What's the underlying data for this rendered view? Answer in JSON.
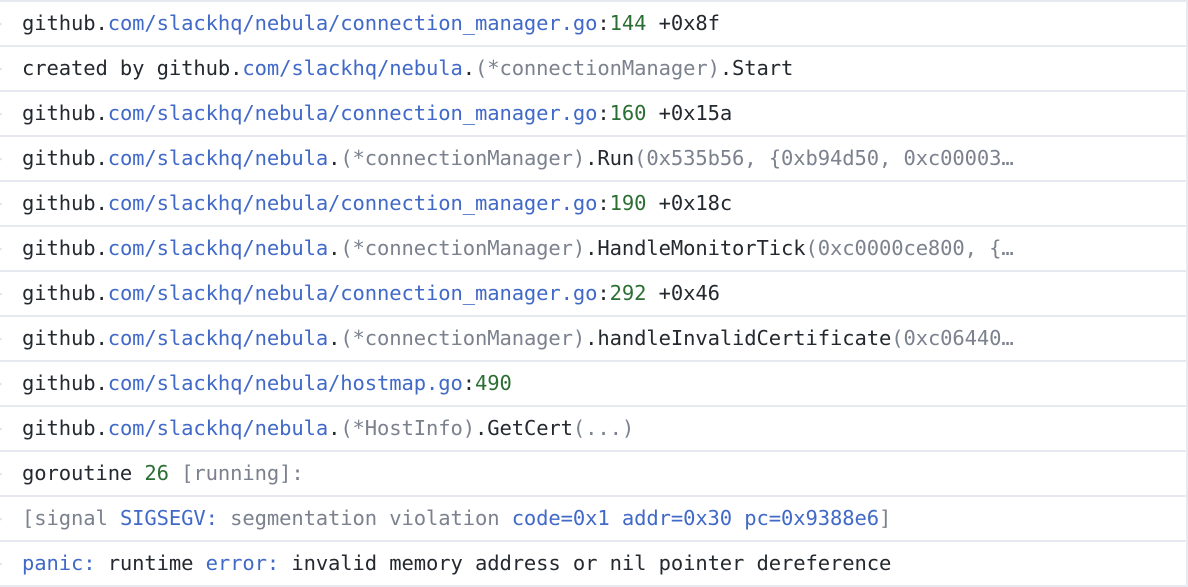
{
  "view": {
    "title": "Go panic stack trace log",
    "row_count": 13,
    "gutter_icon": "chevron-right-icon",
    "gutter_glyph": ">",
    "truncation_glyph": "…"
  },
  "colors": {
    "background": "#ffffff",
    "row_separator": "#e6e9ef",
    "text_default": "#24292f",
    "text_blue": "#4169c7",
    "text_gray": "#7b828e",
    "text_green": "#2b6e33",
    "gutter_chevron": "#dfe3ec"
  },
  "lines": [
    {
      "id": "line-1",
      "truncated": false,
      "plain": "github.com/slackhq/nebula/connection_manager.go:144 +0x8f",
      "tokens": [
        {
          "text": "github.",
          "style": "plain"
        },
        {
          "text": "com/slackhq/nebula/connection_manager.go",
          "style": "blue"
        },
        {
          "text": ":",
          "style": "plain"
        },
        {
          "text": "144",
          "style": "green"
        },
        {
          "text": " +0x8f",
          "style": "plain"
        }
      ]
    },
    {
      "id": "line-2",
      "truncated": false,
      "plain": "created by github.com/slackhq/nebula.(*connectionManager).Start",
      "tokens": [
        {
          "text": "created by github.",
          "style": "plain"
        },
        {
          "text": "com/slackhq/nebula",
          "style": "blue"
        },
        {
          "text": ".",
          "style": "plain"
        },
        {
          "text": "(*connectionManager)",
          "style": "gray"
        },
        {
          "text": ".Start",
          "style": "plain"
        }
      ]
    },
    {
      "id": "line-3",
      "truncated": false,
      "plain": "github.com/slackhq/nebula/connection_manager.go:160 +0x15a",
      "tokens": [
        {
          "text": "github.",
          "style": "plain"
        },
        {
          "text": "com/slackhq/nebula/connection_manager.go",
          "style": "blue"
        },
        {
          "text": ":",
          "style": "plain"
        },
        {
          "text": "160",
          "style": "green"
        },
        {
          "text": " +0x15a",
          "style": "plain"
        }
      ]
    },
    {
      "id": "line-4",
      "truncated": true,
      "plain": "github.com/slackhq/nebula.(*connectionManager).Run(0x535b56, {0xb94d50, 0xc00003…",
      "tokens": [
        {
          "text": "github.",
          "style": "plain"
        },
        {
          "text": "com/slackhq/nebula",
          "style": "blue"
        },
        {
          "text": ".",
          "style": "plain"
        },
        {
          "text": "(*connectionManager)",
          "style": "gray"
        },
        {
          "text": ".Run",
          "style": "plain"
        },
        {
          "text": "(0x535b56, {0xb94d50, 0xc00003…",
          "style": "gray"
        }
      ]
    },
    {
      "id": "line-5",
      "truncated": false,
      "plain": "github.com/slackhq/nebula/connection_manager.go:190 +0x18c",
      "tokens": [
        {
          "text": "github.",
          "style": "plain"
        },
        {
          "text": "com/slackhq/nebula/connection_manager.go",
          "style": "blue"
        },
        {
          "text": ":",
          "style": "plain"
        },
        {
          "text": "190",
          "style": "green"
        },
        {
          "text": " +0x18c",
          "style": "plain"
        }
      ]
    },
    {
      "id": "line-6",
      "truncated": true,
      "plain": "github.com/slackhq/nebula.(*connectionManager).HandleMonitorTick(0xc0000ce800, {…",
      "tokens": [
        {
          "text": "github.",
          "style": "plain"
        },
        {
          "text": "com/slackhq/nebula",
          "style": "blue"
        },
        {
          "text": ".",
          "style": "plain"
        },
        {
          "text": "(*connectionManager)",
          "style": "gray"
        },
        {
          "text": ".HandleMonitorTick",
          "style": "plain"
        },
        {
          "text": "(0xc0000ce800, {…",
          "style": "gray"
        }
      ]
    },
    {
      "id": "line-7",
      "truncated": false,
      "plain": "github.com/slackhq/nebula/connection_manager.go:292 +0x46",
      "tokens": [
        {
          "text": "github.",
          "style": "plain"
        },
        {
          "text": "com/slackhq/nebula/connection_manager.go",
          "style": "blue"
        },
        {
          "text": ":",
          "style": "plain"
        },
        {
          "text": "292",
          "style": "green"
        },
        {
          "text": " +0x46",
          "style": "plain"
        }
      ]
    },
    {
      "id": "line-8",
      "truncated": true,
      "plain": "github.com/slackhq/nebula.(*connectionManager).handleInvalidCertificate(0xc06440…",
      "tokens": [
        {
          "text": "github.",
          "style": "plain"
        },
        {
          "text": "com/slackhq/nebula",
          "style": "blue"
        },
        {
          "text": ".",
          "style": "plain"
        },
        {
          "text": "(*connectionManager)",
          "style": "gray"
        },
        {
          "text": ".handleInvalidCertificate",
          "style": "plain"
        },
        {
          "text": "(0xc06440…",
          "style": "gray"
        }
      ]
    },
    {
      "id": "line-9",
      "truncated": false,
      "plain": "github.com/slackhq/nebula/hostmap.go:490",
      "tokens": [
        {
          "text": "github.",
          "style": "plain"
        },
        {
          "text": "com/slackhq/nebula/hostmap.go",
          "style": "blue"
        },
        {
          "text": ":",
          "style": "plain"
        },
        {
          "text": "490",
          "style": "green"
        }
      ]
    },
    {
      "id": "line-10",
      "truncated": false,
      "plain": "github.com/slackhq/nebula.(*HostInfo).GetCert(...)",
      "tokens": [
        {
          "text": "github.",
          "style": "plain"
        },
        {
          "text": "com/slackhq/nebula",
          "style": "blue"
        },
        {
          "text": ".",
          "style": "plain"
        },
        {
          "text": "(*HostInfo)",
          "style": "gray"
        },
        {
          "text": ".GetCert",
          "style": "plain"
        },
        {
          "text": "(...)",
          "style": "gray"
        }
      ]
    },
    {
      "id": "line-11",
      "truncated": false,
      "plain": "goroutine 26 [running]:",
      "tokens": [
        {
          "text": "goroutine ",
          "style": "plain"
        },
        {
          "text": "26",
          "style": "green"
        },
        {
          "text": " [running]:",
          "style": "gray"
        }
      ]
    },
    {
      "id": "line-12",
      "truncated": false,
      "plain": "[signal SIGSEGV: segmentation violation code=0x1 addr=0x30 pc=0x9388e6]",
      "tokens": [
        {
          "text": "[signal ",
          "style": "gray"
        },
        {
          "text": "SIGSEGV:",
          "style": "blue"
        },
        {
          "text": " segmentation violation ",
          "style": "gray"
        },
        {
          "text": "code=0x1 addr=0x30 pc=0x9388e6",
          "style": "blue"
        },
        {
          "text": "]",
          "style": "gray"
        }
      ]
    },
    {
      "id": "line-13",
      "truncated": false,
      "plain": "panic: runtime error: invalid memory address or nil pointer dereference",
      "tokens": [
        {
          "text": "panic:",
          "style": "blue"
        },
        {
          "text": " runtime ",
          "style": "plain"
        },
        {
          "text": "error:",
          "style": "blue"
        },
        {
          "text": " invalid memory address or nil pointer dereference",
          "style": "plain"
        }
      ]
    }
  ]
}
